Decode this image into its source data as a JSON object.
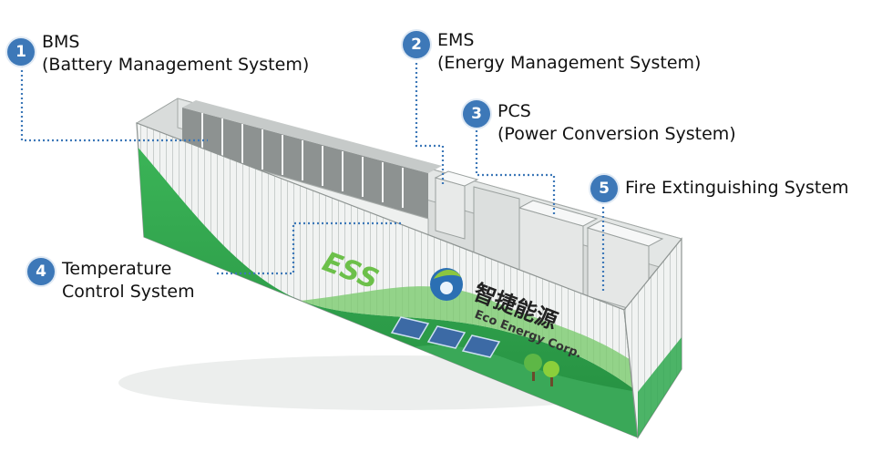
{
  "callouts": [
    {
      "number": "1",
      "title": "BMS",
      "subtitle": "(Battery Management System)"
    },
    {
      "number": "2",
      "title": "EMS",
      "subtitle": "(Energy Management System)"
    },
    {
      "number": "3",
      "title": "PCS",
      "subtitle": "(Power Conversion System)"
    },
    {
      "number": "4",
      "title": "Temperature",
      "subtitle": "Control System"
    },
    {
      "number": "5",
      "title": "Fire Extinguishing System",
      "subtitle": ""
    }
  ],
  "container": {
    "logo_text": "ESS",
    "brand_chinese": "智捷能源",
    "brand_english": "Eco Energy Corp."
  },
  "colors": {
    "accent": "#3d78b8",
    "green": "#2fa84f",
    "wall": "#eef0ef"
  }
}
